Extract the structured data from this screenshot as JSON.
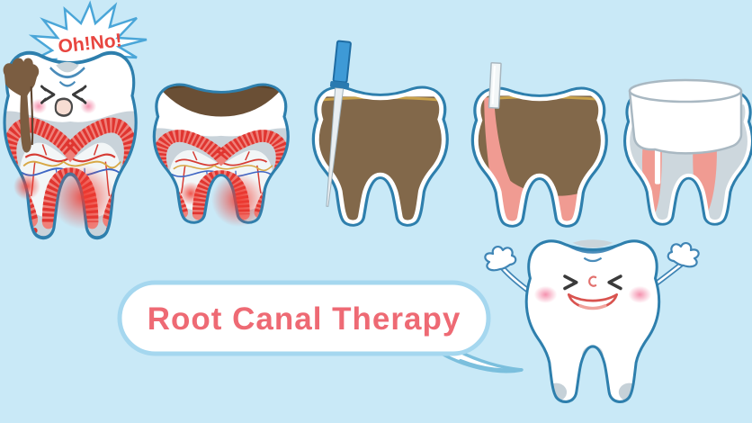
{
  "scene": {
    "background": "#c9e9f7",
    "outline": "#2e7fad",
    "width": "836",
    "height": "470"
  },
  "burst": {
    "text": "Oh!No!",
    "text_color": "#e8453f",
    "fill": "#ffffff",
    "border": "#4aa6d8"
  },
  "caption": {
    "text": "Root Canal Therapy",
    "text_color": "#ee6a74",
    "bubble_fill": "#ffffff",
    "bubble_border": "#a5d7ef",
    "tail_color": "#7bbfdd"
  },
  "colors": {
    "enamel": "#ffffff",
    "dentin": "#c9d3da",
    "inner_chamber": "#f2f6f7",
    "pulp_red": "#e03530",
    "pulp_light": "#ef8079",
    "nerve_red": "#d63c34",
    "nerve_blue": "#3f66c4",
    "nerve_gold": "#d8a845",
    "decay_brown": "#7b5d41",
    "decay_edge": "#5d4430",
    "cavity_brown": "#82684a",
    "cavity_dark": "#6a4f35",
    "gold_margin": "#c9a24c",
    "filler_pink": "#f09b92",
    "file_blue": "#3e9ad6",
    "file_collar": "#2a7ab0",
    "needle_silver": "#e8eef2",
    "crown_border": "#a9b8c2",
    "glow_red": "#f03a30",
    "blush_pink": "#f48caa",
    "face_ink": "#3a3a3a",
    "smile_red": "#d9534f",
    "arm_blue": "#3f85b5"
  },
  "stages": [
    {
      "id": "stage-1",
      "name": "decayed-tooth-pained-face"
    },
    {
      "id": "stage-2",
      "name": "deep-decay-inflamed-pulp"
    },
    {
      "id": "stage-3",
      "name": "cleaned-cavity-endodontic-file"
    },
    {
      "id": "stage-4",
      "name": "canal-filling-sealer"
    },
    {
      "id": "stage-5",
      "name": "restored-tooth-with-crown"
    }
  ],
  "character": {
    "name": "happy-tooth-mascot"
  }
}
